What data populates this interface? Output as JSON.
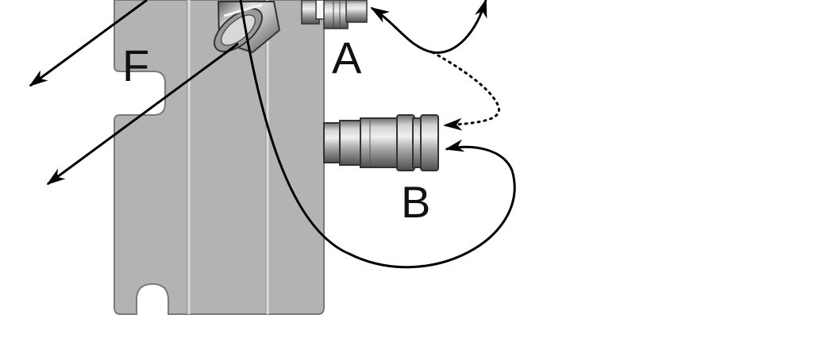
{
  "labels": {
    "connector_a": "A",
    "connector_b": "B",
    "panel_f": "F"
  },
  "colors": {
    "panel_fill": "#b3b3b3",
    "panel_stroke": "#7a7a7a",
    "fitting_light": "#e0e0e0",
    "fitting_dark": "#7c7c7c",
    "line": "#000000"
  }
}
